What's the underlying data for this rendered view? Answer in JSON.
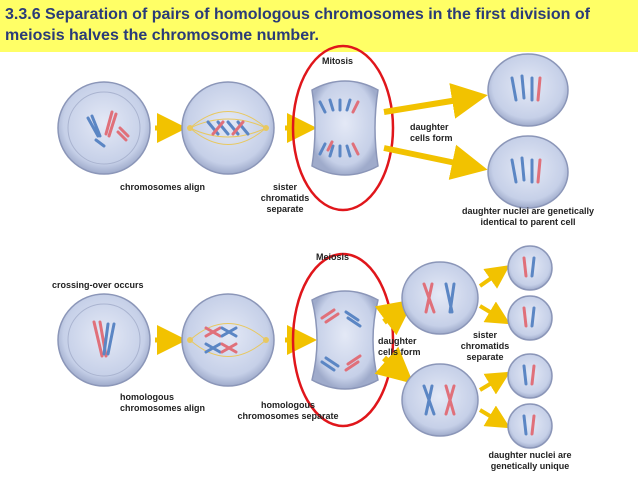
{
  "slide": {
    "title": "3.3.6 Separation of pairs of homologous chromosomes in the first division of meiosis halves the chromosome number."
  },
  "mitosis": {
    "heading": "Mitosis",
    "label_align": "chromosomes align",
    "label_sister_1": "sister",
    "label_sister_2": "chromatids",
    "label_sister_3": "separate",
    "label_daughter_1": "daughter",
    "label_daughter_2": "cells form",
    "label_identical_1": "daughter nuclei are genetically",
    "label_identical_2": "identical to parent cell"
  },
  "meiosis": {
    "heading": "Meiosis",
    "label_crossing": "crossing-over occurs",
    "label_homolog_align_1": "homologous",
    "label_homolog_align_2": "chromosomes align",
    "label_homolog_sep_1": "homologous",
    "label_homolog_sep_2": "chromosomes separate",
    "label_daughter_1": "daughter",
    "label_daughter_2": "cells form",
    "label_sister_1": "sister",
    "label_sister_2": "chromatids",
    "label_sister_3": "separate",
    "label_unique_1": "daughter nuclei are",
    "label_unique_2": "genetically unique"
  },
  "colors": {
    "banner": "#ffff66",
    "title_text": "#2a3b78",
    "cell_fill": "#c9d3ea",
    "cell_stroke": "#8b96b8",
    "arrow": "#f2c200",
    "highlight_ring": "#e0161b",
    "chromosome_red": "#e0707a",
    "chromosome_blue": "#5b86c4",
    "spindle": "#e8c860"
  }
}
